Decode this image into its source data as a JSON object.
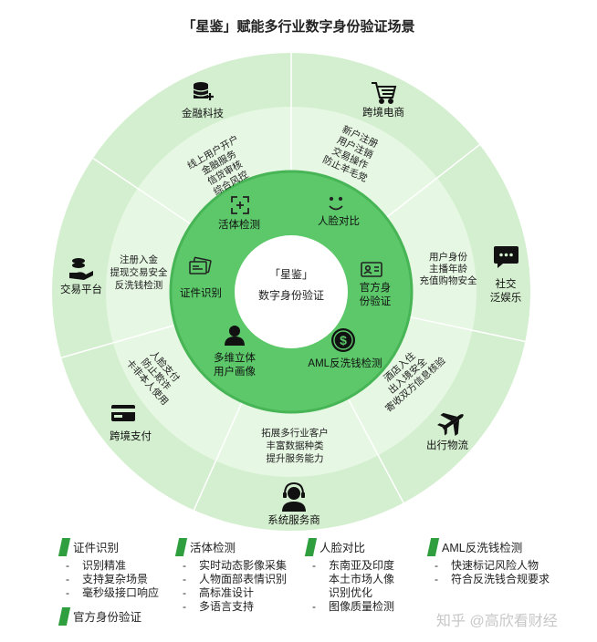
{
  "title": "「星鉴」赋能多行业数字身份验证场景",
  "center": {
    "line1": "「星鉴」",
    "line2": "数字身份验证"
  },
  "inner_ring": [
    {
      "label": "活体检测",
      "icon": "face-scan-icon"
    },
    {
      "label": "人脸对比",
      "icon": "smile-face-icon"
    },
    {
      "label_lines": [
        "官方身",
        "份验证"
      ],
      "icon": "id-card-icon"
    },
    {
      "label": "AML反洗钱检测",
      "icon": "dollar-coin-icon"
    },
    {
      "label_lines": [
        "多维立体",
        "用户画像"
      ],
      "icon": "user-icon"
    },
    {
      "label": "证件识别",
      "icon": "documents-icon"
    }
  ],
  "middle_ring": [
    {
      "lines": [
        "线上用户开户",
        "金融服务",
        "信贷审核",
        "综合风控"
      ]
    },
    {
      "lines": [
        "新户注册",
        "用户注销",
        "交易操作",
        "防止羊毛党"
      ]
    },
    {
      "lines": [
        "用户身份",
        "主播年龄",
        "充值购物安全"
      ]
    },
    {
      "lines": [
        "酒店入住",
        "出入境安全",
        "寄收双方信息核验"
      ]
    },
    {
      "lines": [
        "拓展多行业客户",
        "丰富数据种类",
        "提升服务能力"
      ]
    },
    {
      "lines": [
        "人脸支付",
        "防止欺诈",
        "卡非本人使用"
      ]
    },
    {
      "lines": [
        "注册入金",
        "提现交易安全",
        "反洗钱检测"
      ]
    }
  ],
  "outer_ring": [
    {
      "label": "金融科技",
      "icon": "finance-database-icon"
    },
    {
      "label": "跨境电商",
      "icon": "shopping-cart-icon"
    },
    {
      "label_lines": [
        "社交",
        "泛娱乐"
      ],
      "icon": "chat-bubble-icon"
    },
    {
      "label": "出行物流",
      "icon": "airplane-icon"
    },
    {
      "label": "系统服务商",
      "icon": "headset-user-icon"
    },
    {
      "label": "跨境支付",
      "icon": "credit-card-icon"
    },
    {
      "label": "交易平台",
      "icon": "hand-coin-icon"
    }
  ],
  "legend": [
    {
      "title": "证件识别",
      "items": [
        "识别精准",
        "支持复杂场景",
        "毫秒级接口响应"
      ]
    },
    {
      "title": "活体检测",
      "items": [
        "实时动态影像采集",
        "人物面部表情识别",
        "高标准设计",
        "多语言支持"
      ]
    },
    {
      "title": "人脸对比",
      "items": [
        "东南亚及印度",
        "本土市场人像",
        "识别优化",
        "图像质量检测"
      ],
      "item_dash": [
        true,
        false,
        false,
        true
      ]
    },
    {
      "title": "AML反洗钱检测",
      "items": [
        "快速标记风险人物",
        "符合反洗钱合规要求"
      ]
    },
    {
      "title": "官方身份验证",
      "items": []
    }
  ],
  "watermark": "知乎 @高欣看财经",
  "colors": {
    "outer": "#d7f0d3",
    "middle": "#bfe8ba",
    "inner": "#5cc86a",
    "inner_dark": "#47b556",
    "accent": "#2e9e3e"
  }
}
